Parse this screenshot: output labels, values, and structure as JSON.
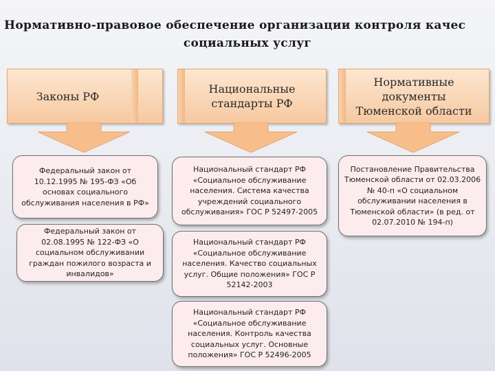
{
  "title": {
    "line1": "Нормативно-правовое обеспечение организации контроля качес",
    "line2": "социальных услуг"
  },
  "columns": [
    {
      "header": "Законы РФ",
      "cards": [
        "Федеральный закон от 10.12.1995 № 195-ФЗ «Об основах социального обслуживания населения в РФ»",
        "Федеральный закон от 02.08.1995 № 122-ФЗ «О социальном обслуживании граждан пожилого возраста и инвалидов»"
      ]
    },
    {
      "header": "Национальные стандарты РФ",
      "cards": [
        "Национальный стандарт РФ «Социальное обслуживание населения. Система качества учреждений социального обслуживания» ГОС Р 52497-2005",
        "Национальный стандарт РФ «Социальное обслуживание населения. Качество социальных услуг. Общие положения» ГОС Р 52142-2003",
        "Национальный стандарт РФ «Социальное обслуживание населения. Контроль качества социальных услуг. Основные положения» ГОС Р 52496-2005"
      ]
    },
    {
      "header": "Нормативные документы Тюменской области",
      "cards": [
        "Постановление Правительства Тюменской области от 02.03.2006 № 40-п «О социальном обслуживании населения в Тюменской области» (в ред. от 02.07.2010 № 194-п)"
      ]
    }
  ],
  "colors": {
    "header_fill": "#f6c9a0",
    "arrow_fill": "#f7be8c",
    "card_fill": "#fdecee",
    "card_border": "#6e6e6e"
  }
}
